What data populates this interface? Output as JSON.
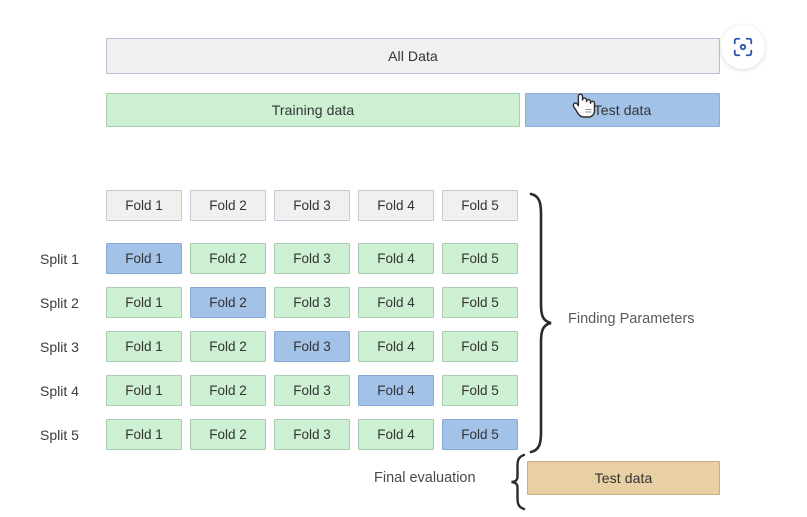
{
  "diagram": {
    "title_boxes": {
      "all_data": "All Data",
      "training_data": "Training data",
      "test_data_top": "Test data",
      "test_data_final": "Test data"
    },
    "fold_header": {
      "labels": [
        "Fold 1",
        "Fold 2",
        "Fold 3",
        "Fold 4",
        "Fold 5"
      ]
    },
    "splits": [
      {
        "label": "Split 1",
        "folds": [
          {
            "label": "Fold 1",
            "role": "valid"
          },
          {
            "label": "Fold 2",
            "role": "train"
          },
          {
            "label": "Fold 3",
            "role": "train"
          },
          {
            "label": "Fold 4",
            "role": "train"
          },
          {
            "label": "Fold 5",
            "role": "train"
          }
        ]
      },
      {
        "label": "Split 2",
        "folds": [
          {
            "label": "Fold 1",
            "role": "train"
          },
          {
            "label": "Fold 2",
            "role": "valid"
          },
          {
            "label": "Fold 3",
            "role": "train"
          },
          {
            "label": "Fold 4",
            "role": "train"
          },
          {
            "label": "Fold 5",
            "role": "train"
          }
        ]
      },
      {
        "label": "Split 3",
        "folds": [
          {
            "label": "Fold 1",
            "role": "train"
          },
          {
            "label": "Fold 2",
            "role": "train"
          },
          {
            "label": "Fold 3",
            "role": "valid"
          },
          {
            "label": "Fold 4",
            "role": "train"
          },
          {
            "label": "Fold 5",
            "role": "train"
          }
        ]
      },
      {
        "label": "Split 4",
        "folds": [
          {
            "label": "Fold 1",
            "role": "train"
          },
          {
            "label": "Fold 2",
            "role": "train"
          },
          {
            "label": "Fold 3",
            "role": "train"
          },
          {
            "label": "Fold 4",
            "role": "valid"
          },
          {
            "label": "Fold 5",
            "role": "train"
          }
        ]
      },
      {
        "label": "Split 5",
        "folds": [
          {
            "label": "Fold 1",
            "role": "train"
          },
          {
            "label": "Fold 2",
            "role": "train"
          },
          {
            "label": "Fold 3",
            "role": "train"
          },
          {
            "label": "Fold 4",
            "role": "train"
          },
          {
            "label": "Fold 5",
            "role": "valid"
          }
        ]
      }
    ],
    "annotations": {
      "finding_parameters": "Finding Parameters",
      "final_evaluation": "Final evaluation"
    },
    "icons": {
      "scan": "scan-icon",
      "pointer": "pointer-cursor-icon"
    },
    "colors": {
      "all_data_fill": "#f0f0f0",
      "all_data_border": "#b8c0d4",
      "train_fill": "#cdf0d2",
      "train_border": "#a9cdae",
      "valid_fill": "#a3c2e8",
      "valid_border": "#86a9d6",
      "test_final_fill": "#e8cfa4",
      "test_final_border": "#c9ae84",
      "brace_stroke": "#2b2b2b",
      "scan_icon": "#2f55b0",
      "text": "#333333"
    }
  }
}
